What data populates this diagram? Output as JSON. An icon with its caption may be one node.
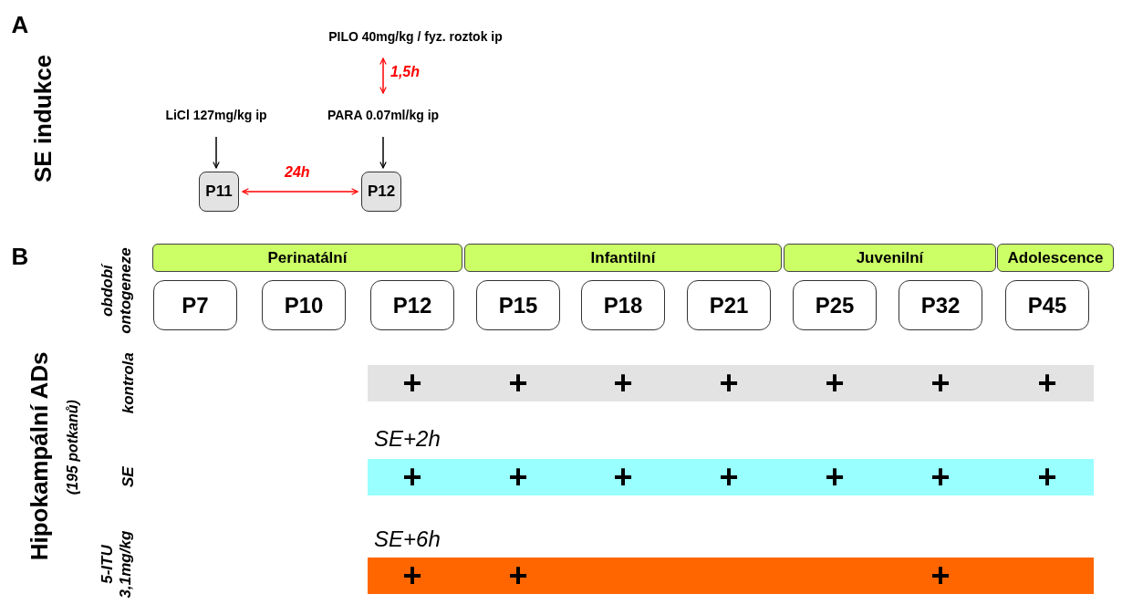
{
  "diagram": {
    "nodes": [
      {
        "text": [
          "LiCl 127mg/kg ip"
        ]
      },
      {
        "text": [
          "PILO 40mg/kg / fyz. roztok ip"
        ]
      },
      {
        "text": [
          "PARA 0.07ml/kg ip"
        ]
      },
      {
        "text": [
          "P11"
        ]
      },
      {
        "text": [
          "P12"
        ]
      },
      {
        "text": [
          "Perinatální"
        ]
      },
      {
        "text": [
          "Infantilní"
        ]
      },
      {
        "text": [
          "Juvenilní"
        ]
      },
      {
        "text": [
          "Adolescence"
        ]
      },
      {
        "text": [
          "P7"
        ]
      },
      {
        "text": [
          "P10"
        ]
      },
      {
        "text": [
          "P12"
        ]
      },
      {
        "text": [
          "P15"
        ]
      },
      {
        "text": [
          "P18"
        ]
      },
      {
        "text": [
          "P21"
        ]
      },
      {
        "text": [
          "P25"
        ]
      },
      {
        "text": [
          "P32"
        ]
      },
      {
        "text": [
          "P45"
        ]
      },
      {
        "text": [
          "+",
          "+",
          "+",
          "+",
          "+",
          "+",
          "+"
        ]
      },
      {
        "text": [
          "+",
          "+",
          "+",
          "+",
          "+",
          "+",
          "+"
        ],
        "beside": [
          "SE+2h"
        ]
      },
      {
        "text": [
          "+",
          "+",
          "+"
        ],
        "beside": [
          "SE+6h"
        ]
      }
    ],
    "edges": [
      {
        "from": 0,
        "to": 3,
        "arrow": "to",
        "color": "#000000"
      },
      {
        "from": 2,
        "to": 4,
        "arrow": "to",
        "color": "#000000"
      },
      {
        "from": 1,
        "to": 2,
        "arrow": "both",
        "label": "1,5h",
        "color": "#ff0000"
      },
      {
        "from": 3,
        "to": 4,
        "arrow": "both",
        "label": "24h",
        "color": "#ff0000"
      }
    ],
    "labels": [
      "A",
      "SE indukce",
      "B",
      "období ontogeneze",
      "kontrola",
      "SE",
      "5-ITU 3,1mg/kg",
      "Hipokampální ADs",
      "(195 potkanů)"
    ]
  }
}
